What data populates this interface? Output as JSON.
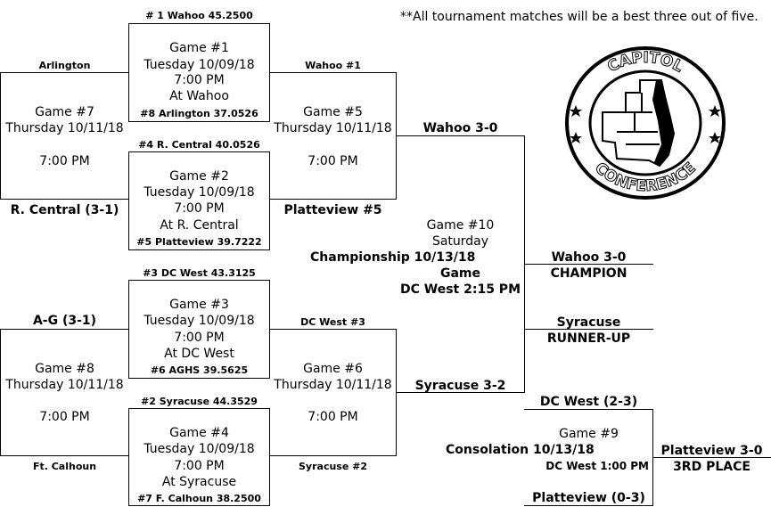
{
  "note": "**All tournament matches will be a best three out of five.",
  "logo": {
    "top_text": "CAPITOL",
    "bottom_text": "CONFERENCE"
  },
  "seeds": {
    "wahoo": "# 1 Wahoo 45.2500",
    "arlington": "#8 Arlington 37.0526",
    "rcentral": "#4 R. Central 40.0526",
    "platteview": "#5 Platteview 39.7222",
    "dcwest": "#3 DC West 43.3125",
    "aghs": "#6 AGHS 39.5625",
    "syracuse": "#2 Syracuse 44.3529",
    "calhoun": "#7  F. Calhoun 38.2500"
  },
  "games": {
    "g1": {
      "title": "Game #1",
      "day": "Tuesday 10/09/18",
      "time": "7:00 PM",
      "site": "At Wahoo"
    },
    "g2": {
      "title": "Game #2",
      "day": "Tuesday 10/09/18",
      "time": "7:00 PM",
      "site": "At R. Central"
    },
    "g3": {
      "title": "Game #3",
      "day": "Tuesday 10/09/18",
      "time": "7:00 PM",
      "site": "At DC West"
    },
    "g4": {
      "title": "Game #4",
      "day": "Tuesday 10/09/18",
      "time": "7:00 PM",
      "site": "At Syracuse"
    },
    "g5": {
      "title": "Game #5",
      "day": "Thursday 10/11/18",
      "time": "7:00 PM"
    },
    "g6": {
      "title": "Game #6",
      "day": "Thursday 10/11/18",
      "time": "7:00 PM"
    },
    "g7": {
      "title": "Game #7",
      "day": "Thursday 10/11/18",
      "time": "7:00 PM"
    },
    "g8": {
      "title": "Game #8",
      "day": "Thursday 10/11/18",
      "time": "7:00 PM"
    },
    "g9": {
      "title": "Game #9",
      "label": "Consolation 10/13/18",
      "time": "DC West 1:00 PM"
    },
    "g10": {
      "title": "Game #10",
      "day": "Saturday",
      "label1": "Championship 10/13/18",
      "label2": "Game",
      "time": "DC West 2:15 PM"
    }
  },
  "slots": {
    "arlington": "Arlington",
    "rcentral_result": "R. Central (3-1)",
    "wahoo1": "Wahoo #1",
    "platteview5": "Platteview #5",
    "ag_result": "A-G (3-1)",
    "calhoun": "Ft. Calhoun",
    "dcwest3": "DC West #3",
    "syracuse2": "Syracuse #2",
    "wahoo_result": "Wahoo 3-0",
    "syracuse_result": "Syracuse 3-2",
    "champion_team": "Wahoo 3-0",
    "champion_label": "CHAMPION",
    "runnerup_team": "Syracuse",
    "runnerup_label": "RUNNER-UP",
    "dcwest_result": "DC West (2-3)",
    "platteview_result": "Platteview (0-3)",
    "third_team": "Platteview 3-0",
    "third_label": "3RD PLACE"
  }
}
